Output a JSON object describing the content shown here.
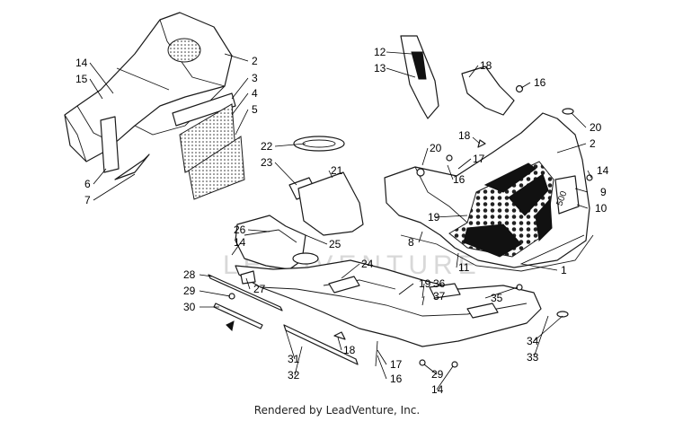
{
  "watermark": "LEADVENTURE",
  "caption": "Rendered by LeadVenture, Inc.",
  "callouts": [
    "14",
    "15",
    "2",
    "3",
    "4",
    "5",
    "6",
    "7",
    "12",
    "13",
    "18",
    "16",
    "20",
    "2",
    "22",
    "23",
    "21",
    "18",
    "17",
    "20",
    "16",
    "14",
    "9",
    "10",
    "19",
    "8",
    "26",
    "14",
    "25",
    "24",
    "11",
    "1",
    "28",
    "29",
    "27",
    "30",
    "19",
    "36",
    "37",
    "35",
    "31",
    "32",
    "18",
    "17",
    "16",
    "29",
    "14",
    "34",
    "33"
  ]
}
